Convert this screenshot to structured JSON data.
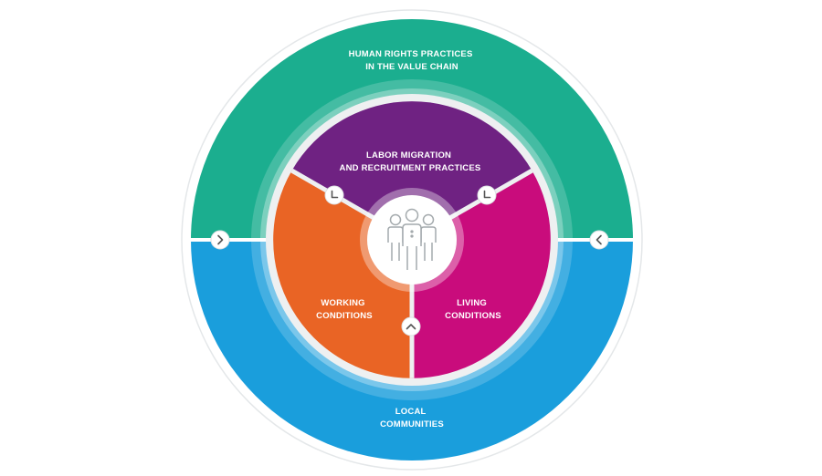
{
  "outer": {
    "top_label": [
      "HUMAN RIGHTS PRACTICES",
      "IN THE VALUE CHAIN"
    ],
    "bottom_label": [
      "LOCAL",
      "COMMUNITIES"
    ]
  },
  "segments": {
    "top": [
      "LABOR MIGRATION",
      "AND RECRUITMENT PRACTICES"
    ],
    "left": [
      "WORKING",
      "CONDITIONS"
    ],
    "right": [
      "LIVING",
      "CONDITIONS"
    ]
  },
  "colors": {
    "green": "#1BAE8F",
    "blue": "#1A9EDC",
    "purple": "#6F2282",
    "orange": "#E96425",
    "magenta": "#C90C7C",
    "ring": "#EEF0F1"
  },
  "icons": {
    "center": "people-group-icon",
    "nav_left": "chevron-right-icon",
    "nav_right": "chevron-left-icon",
    "inner_top_left": "chevron-down-left-icon",
    "inner_top_right": "chevron-down-right-icon",
    "inner_bottom": "chevron-up-icon"
  }
}
